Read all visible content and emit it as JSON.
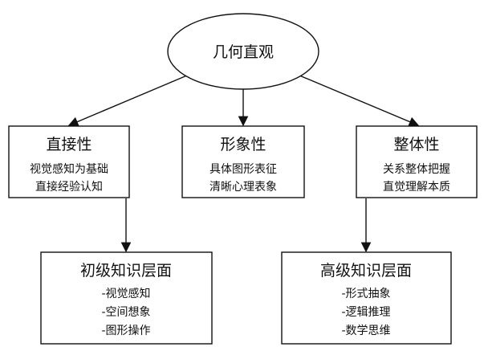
{
  "root": {
    "label": "几何直观"
  },
  "characteristics": [
    {
      "title": "直接性",
      "lines": [
        "视觉感知为基础",
        "直接经验认知"
      ]
    },
    {
      "title": "形象性",
      "lines": [
        "具体图形表征",
        "清晰心理表象"
      ]
    },
    {
      "title": "整体性",
      "lines": [
        "关系整体把握",
        "直觉理解本质"
      ]
    }
  ],
  "levels": [
    {
      "title": "初级知识层面",
      "items": [
        "-视觉感知",
        "-空间想象",
        "-图形操作"
      ]
    },
    {
      "title": "高级知识层面",
      "items": [
        "-形式抽象",
        "-逻辑推理",
        "-数学思维"
      ]
    }
  ]
}
